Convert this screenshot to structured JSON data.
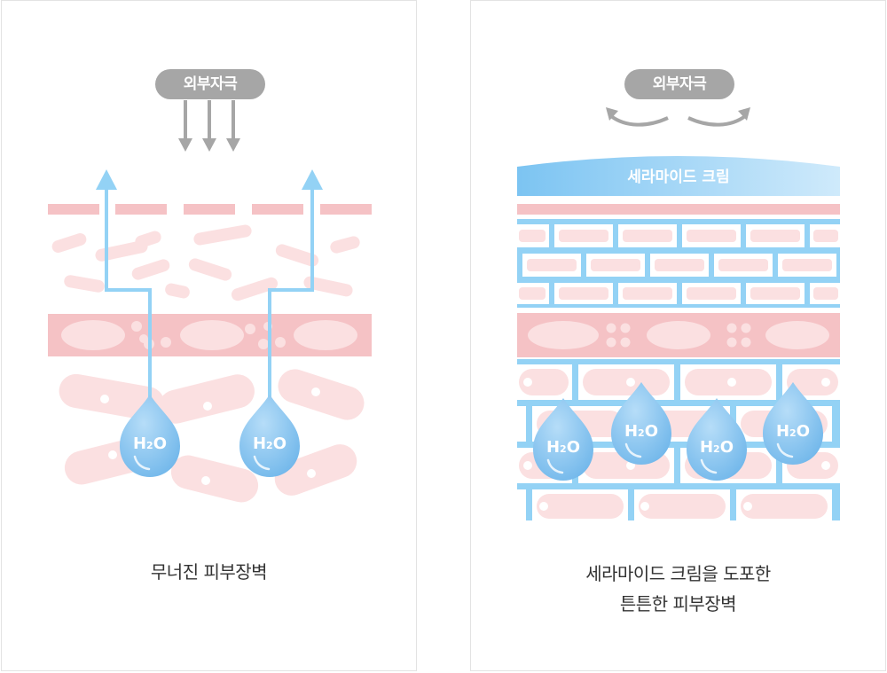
{
  "left_panel": {
    "stimulus_label": "외부자극",
    "caption": "무너진 피부장벽",
    "droplets": [
      {
        "label_main": "H",
        "label_sub": "2",
        "label_end": "O"
      },
      {
        "label_main": "H",
        "label_sub": "2",
        "label_end": "O"
      }
    ]
  },
  "right_panel": {
    "stimulus_label": "외부자극",
    "cream_label": "세라마이드 크림",
    "caption_line1": "세라마이드 크림을 도포한",
    "caption_line2": "튼튼한 피부장벽",
    "droplets": [
      {
        "label_main": "H",
        "label_sub": "2",
        "label_end": "O"
      },
      {
        "label_main": "H",
        "label_sub": "2",
        "label_end": "O"
      },
      {
        "label_main": "H",
        "label_sub": "2",
        "label_end": "O"
      },
      {
        "label_main": "H",
        "label_sub": "2",
        "label_end": "O"
      }
    ]
  },
  "colors": {
    "skin_pink": "#f5c2c5",
    "skin_pink_light": "#fbe0e1",
    "mortar_blue": "#93d2f5",
    "droplet_blue": "#7cc0ef",
    "pill_gray": "#a6a6a6"
  }
}
